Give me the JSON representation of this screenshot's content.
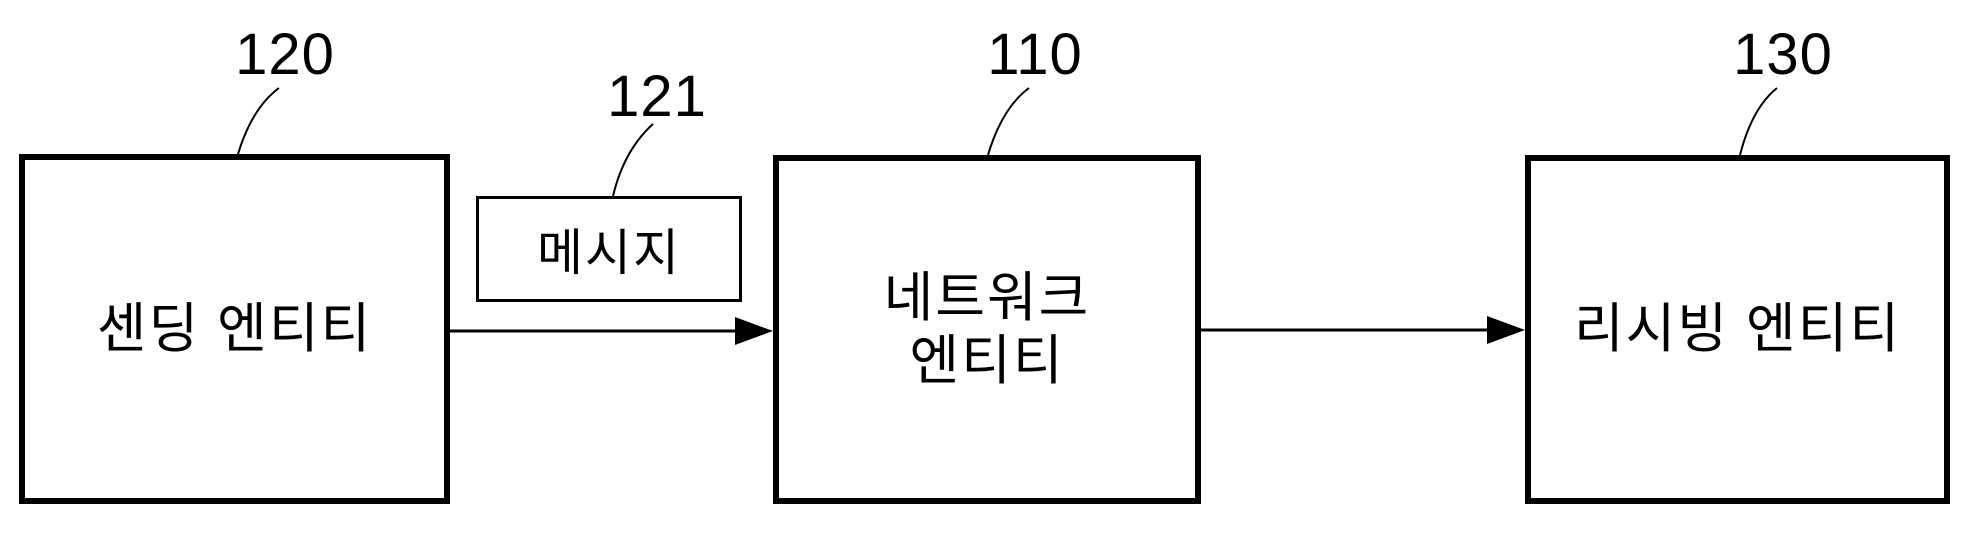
{
  "figure": {
    "background_color": "#ffffff",
    "line_color": "#000000",
    "boxes": {
      "sending": {
        "label": "센딩 엔티티",
        "ref": "120"
      },
      "message": {
        "label": "메시지",
        "ref": "121"
      },
      "network": {
        "label": "네트워크\n엔티티",
        "ref": "110"
      },
      "receiving": {
        "label": "리시빙 엔티티",
        "ref": "130"
      }
    },
    "arrows": [
      {
        "from": "sending",
        "to": "network"
      },
      {
        "from": "network",
        "to": "receiving"
      }
    ]
  }
}
